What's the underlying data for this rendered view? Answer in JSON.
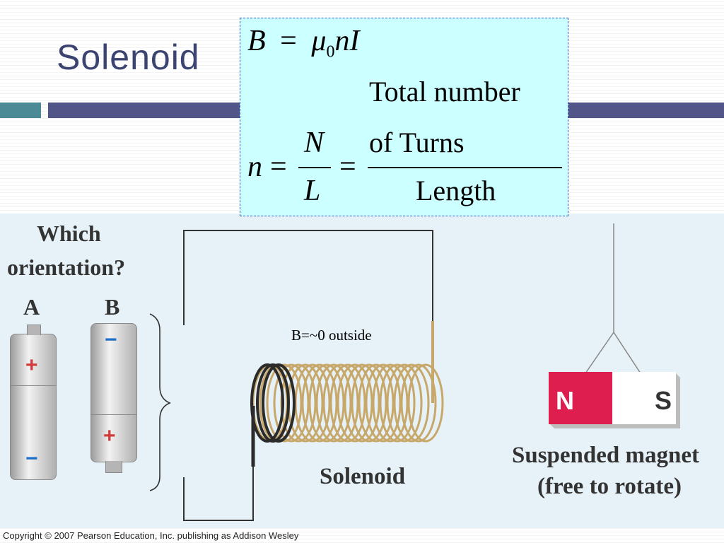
{
  "slide": {
    "title": "Solenoid",
    "copyright": "Copyright © 2007 Pearson Education, Inc. publishing as Addison Wesley"
  },
  "formula": {
    "eq1": {
      "lhs": "B",
      "equals": "=",
      "mu": "μ",
      "sub": "0",
      "rest": "nI"
    },
    "eq2": {
      "n": "n",
      "equals1": "=",
      "N": "N",
      "L": "L",
      "equals2": "=",
      "numer_line1": "Total number",
      "numer_line2": "of Turns",
      "denom": "Length"
    }
  },
  "figure": {
    "question_line1": "Which",
    "question_line2": "orientation?",
    "battery_a_label": "A",
    "battery_b_label": "B",
    "plus_sign": "+",
    "minus_sign": "−",
    "outside_note": "B=~0 outside",
    "solenoid_label": "Solenoid",
    "magnet_north": "N",
    "magnet_south": "S",
    "magnet_caption_line1": "Suspended magnet",
    "magnet_caption_line2": "(free to rotate)"
  },
  "colors": {
    "title": "#3b4471",
    "bar_teal": "#4c8b95",
    "bar_navy": "#525588",
    "formula_bg": "#ccffff",
    "figure_bg": "#e6f2f8",
    "coil": "#c8a86a",
    "magnet_north": "#dd1e4f",
    "plus": "#d33b3b",
    "minus": "#1f6fc8"
  },
  "icons": {
    "battery": "battery-icon",
    "coil": "solenoid-coil-icon",
    "magnet": "bar-magnet-icon",
    "brace": "curly-brace-icon"
  }
}
